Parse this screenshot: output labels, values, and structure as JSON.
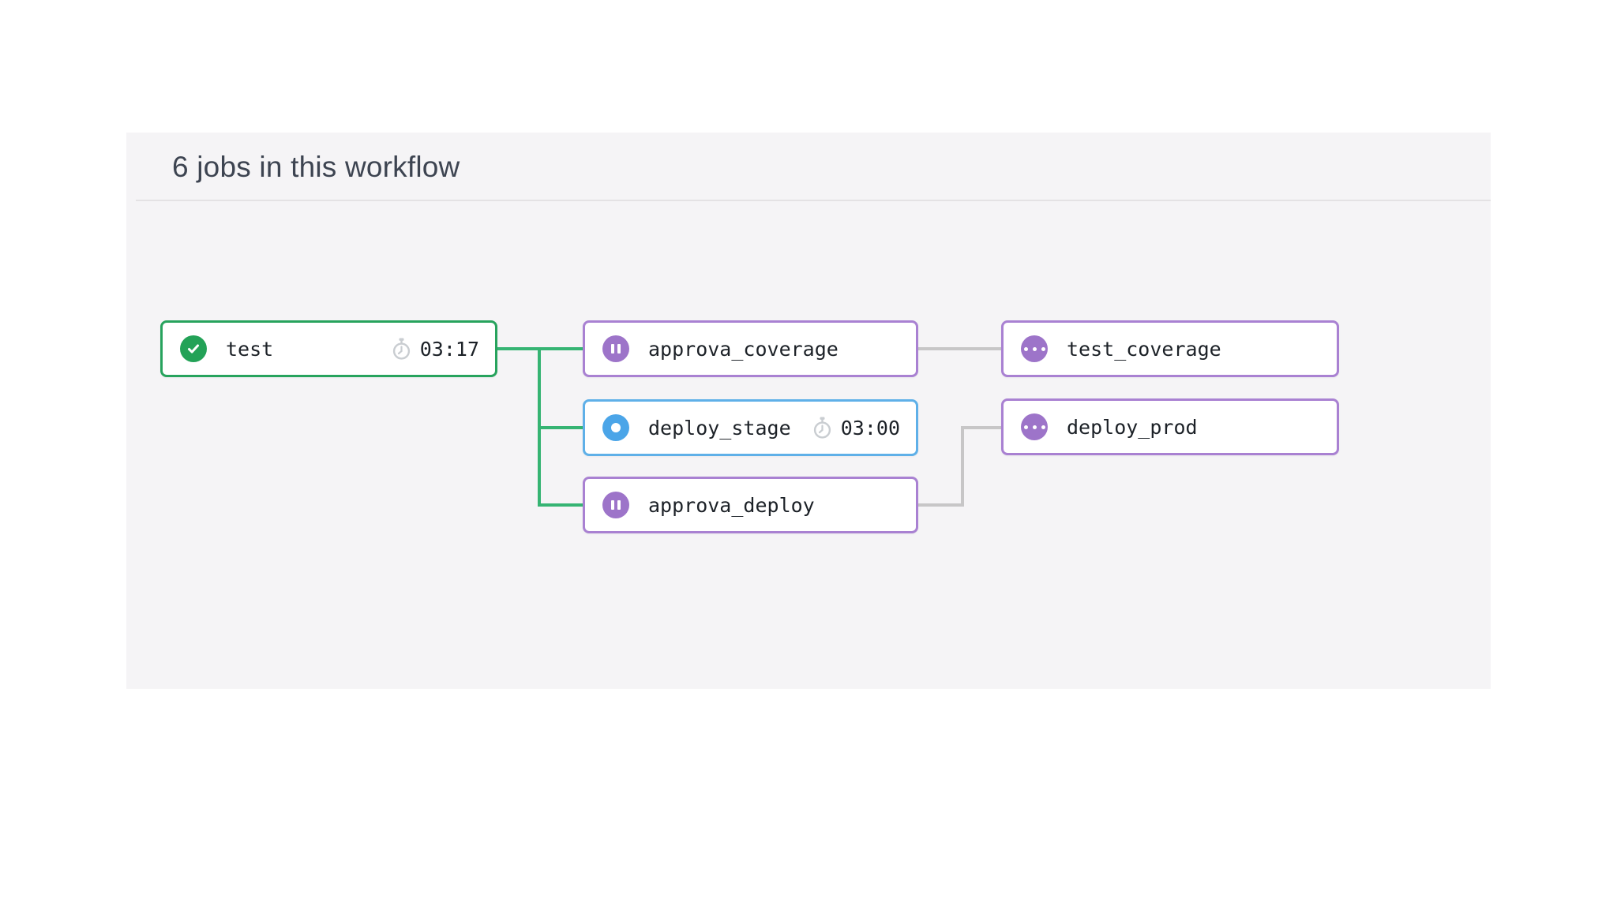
{
  "panel": {
    "title": "6 jobs in this workflow"
  },
  "jobs": [
    {
      "name": "test",
      "label": "test",
      "status": "success",
      "icon": "check-circle-icon",
      "duration": "03:17"
    },
    {
      "name": "approva_coverage",
      "label": "approva_coverage",
      "status": "on-hold",
      "icon": "pause-circle-icon"
    },
    {
      "name": "deploy_stage",
      "label": "deploy_stage",
      "status": "running",
      "icon": "running-circle-icon",
      "duration": "03:00"
    },
    {
      "name": "approva_deploy",
      "label": "approva_deploy",
      "status": "on-hold",
      "icon": "pause-circle-icon"
    },
    {
      "name": "test_coverage",
      "label": "test_coverage",
      "status": "blocked",
      "icon": "ellipsis-circle-icon"
    },
    {
      "name": "deploy_prod",
      "label": "deploy_prod",
      "status": "blocked",
      "icon": "ellipsis-circle-icon"
    }
  ],
  "edges": [
    {
      "from": "test",
      "to": "approva_coverage",
      "status": "success"
    },
    {
      "from": "test",
      "to": "deploy_stage",
      "status": "success"
    },
    {
      "from": "test",
      "to": "approva_deploy",
      "status": "success"
    },
    {
      "from": "approva_coverage",
      "to": "test_coverage",
      "status": "pending"
    },
    {
      "from": "approva_deploy",
      "to": "deploy_prod",
      "status": "pending"
    }
  ],
  "colors": {
    "success_border": "#27a35d",
    "success_icon": "#23a257",
    "success_edge": "#36b473",
    "on_hold_border": "#a981d2",
    "on_hold_icon": "#9d74c9",
    "running_border": "#5fb0e8",
    "running_icon": "#4ba5e8",
    "pending_edge": "#c7c6c7",
    "panel_background": "#f5f4f6",
    "node_text": "#1c2127",
    "heading_text": "#3d4451"
  }
}
